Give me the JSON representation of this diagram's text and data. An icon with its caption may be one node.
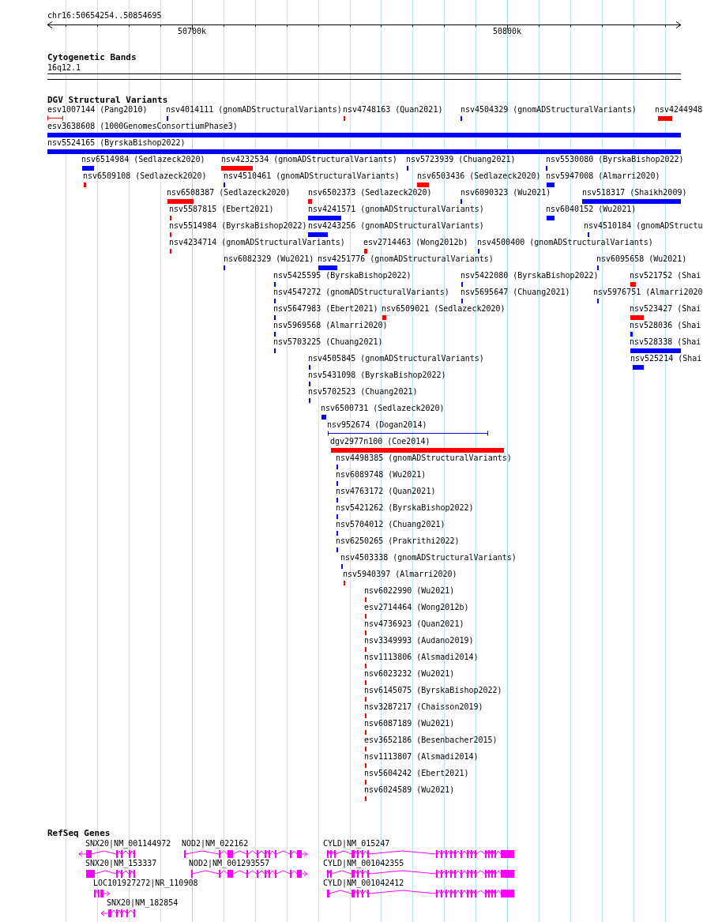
{
  "diagram": {
    "labels": [
      "chr16:50654254..50854695",
      "50700k",
      "50800k",
      "Cytogenetic Bands",
      "16q12.1",
      "DGV Structural Variants",
      "esv1007144 (Pang2010)",
      "nsv4014111 (gnomADStructuralVariants)",
      "nsv4748163 (Quan2021)",
      "nsv4504329 (gnomADStructuralVariants)",
      "nsv4244948",
      "esv3638608 (1000GenomesConsortiumPhase3)",
      "nsv5524165 (ByrskaBishop2022)",
      "nsv6514984 (Sedlazeck2020)",
      "nsv4232534 (gnomADStructuralVariants)",
      "nsv5723939 (Chuang2021)",
      "nsv5530080 (ByrskaBishop2022)",
      "nsv6509108 (Sedlazeck2020)",
      "nsv4510461 (gnomADStructuralVariants)",
      "nsv6503436 (Sedlazeck2020)",
      "nsv5947008 (Almarri2020)",
      "nsv6508387 (Sedlazeck2020)",
      "nsv6502373 (Sedlazeck2020)",
      "nsv6090323 (Wu2021)",
      "nsv518317 (Shaikh2009)",
      "nsv5587815 (Ebert2021)",
      "nsv4241571 (gnomADStructuralVariants)",
      "nsv6040152 (Wu2021)",
      "nsv5514984 (ByrskaBishop2022)",
      "nsv4243256 (gnomADStructuralVariants)",
      "nsv4510184 (gnomADStructu",
      "nsv4234714 (gnomADStructuralVariants)",
      "esv2714463 (Wong2012b)",
      "nsv4500400 (gnomADStructuralVariants)",
      "nsv6082329 (Wu2021)",
      "nsv4251776 (gnomADStructuralVariants)",
      "nsv6095658 (Wu2021)",
      "nsv5425595 (ByrskaBishop2022)",
      "nsv5422080 (ByrskaBishop2022)",
      "nsv521752 (Shai",
      "nsv4547272 (gnomADStructuralVariants)",
      "nsv5695647 (Chuang2021)",
      "nsv5976751 (Almarri2020",
      "nsv5647983 (Ebert2021)",
      "nsv6509021 (Sedlazeck2020)",
      "nsv523427 (Shai",
      "nsv5969568 (Almarri2020)",
      "nsv528036 (Shai",
      "nsv5703225 (Chuang2021)",
      "nsv528338 (Shai",
      "nsv4505845 (gnomADStructuralVariants)",
      "nsv525214 (Shai",
      "nsv5431098 (ByrskaBishop2022)",
      "nsv5702523 (Chuang2021)",
      "nsv6500731 (Sedlazeck2020)",
      "nsv952674 (Dogan2014)",
      "dgv2977n100 (Coe2014)",
      "nsv4498385 (gnomADStructuralVariants)",
      "nsv6089748 (Wu2021)",
      "nsv4763172 (Quan2021)",
      "nsv5421262 (ByrskaBishop2022)",
      "nsv5704012 (Chuang2021)",
      "nsv6250265 (Prakrithi2022)",
      "nsv4503338 (gnomADStructuralVariants)",
      "nsv5940397 (Almarri2020)",
      "nsv6022990 (Wu2021)",
      "esv2714464 (Wong2012b)",
      "nsv4736923 (Quan2021)",
      "nsv3349993 (Audano2019)",
      "nsv1113806 (Alsmadi2014)",
      "nsv6023232 (Wu2021)",
      "nsv6145075 (ByrskaBishop2022)",
      "nsv3287217 (Chaisson2019)",
      "nsv6087189 (Wu2021)",
      "esv3652186 (Besenbacher2015)",
      "nsv1113807 (Alsmadi2014)",
      "nsv5604242 (Ebert2021)",
      "nsv6024589 (Wu2021)",
      "RefSeq Genes",
      "SNX20|NM_001144972",
      "NOD2|NM_022162",
      "CYLD|NM_015247",
      "SNX20|NM_153337",
      "NOD2|NM_001293557",
      "CYLD|NM_001042355",
      "LOC101927272|NR_110908",
      "CYLD|NM_001042412",
      "SNX20|NM_182854"
    ]
  }
}
